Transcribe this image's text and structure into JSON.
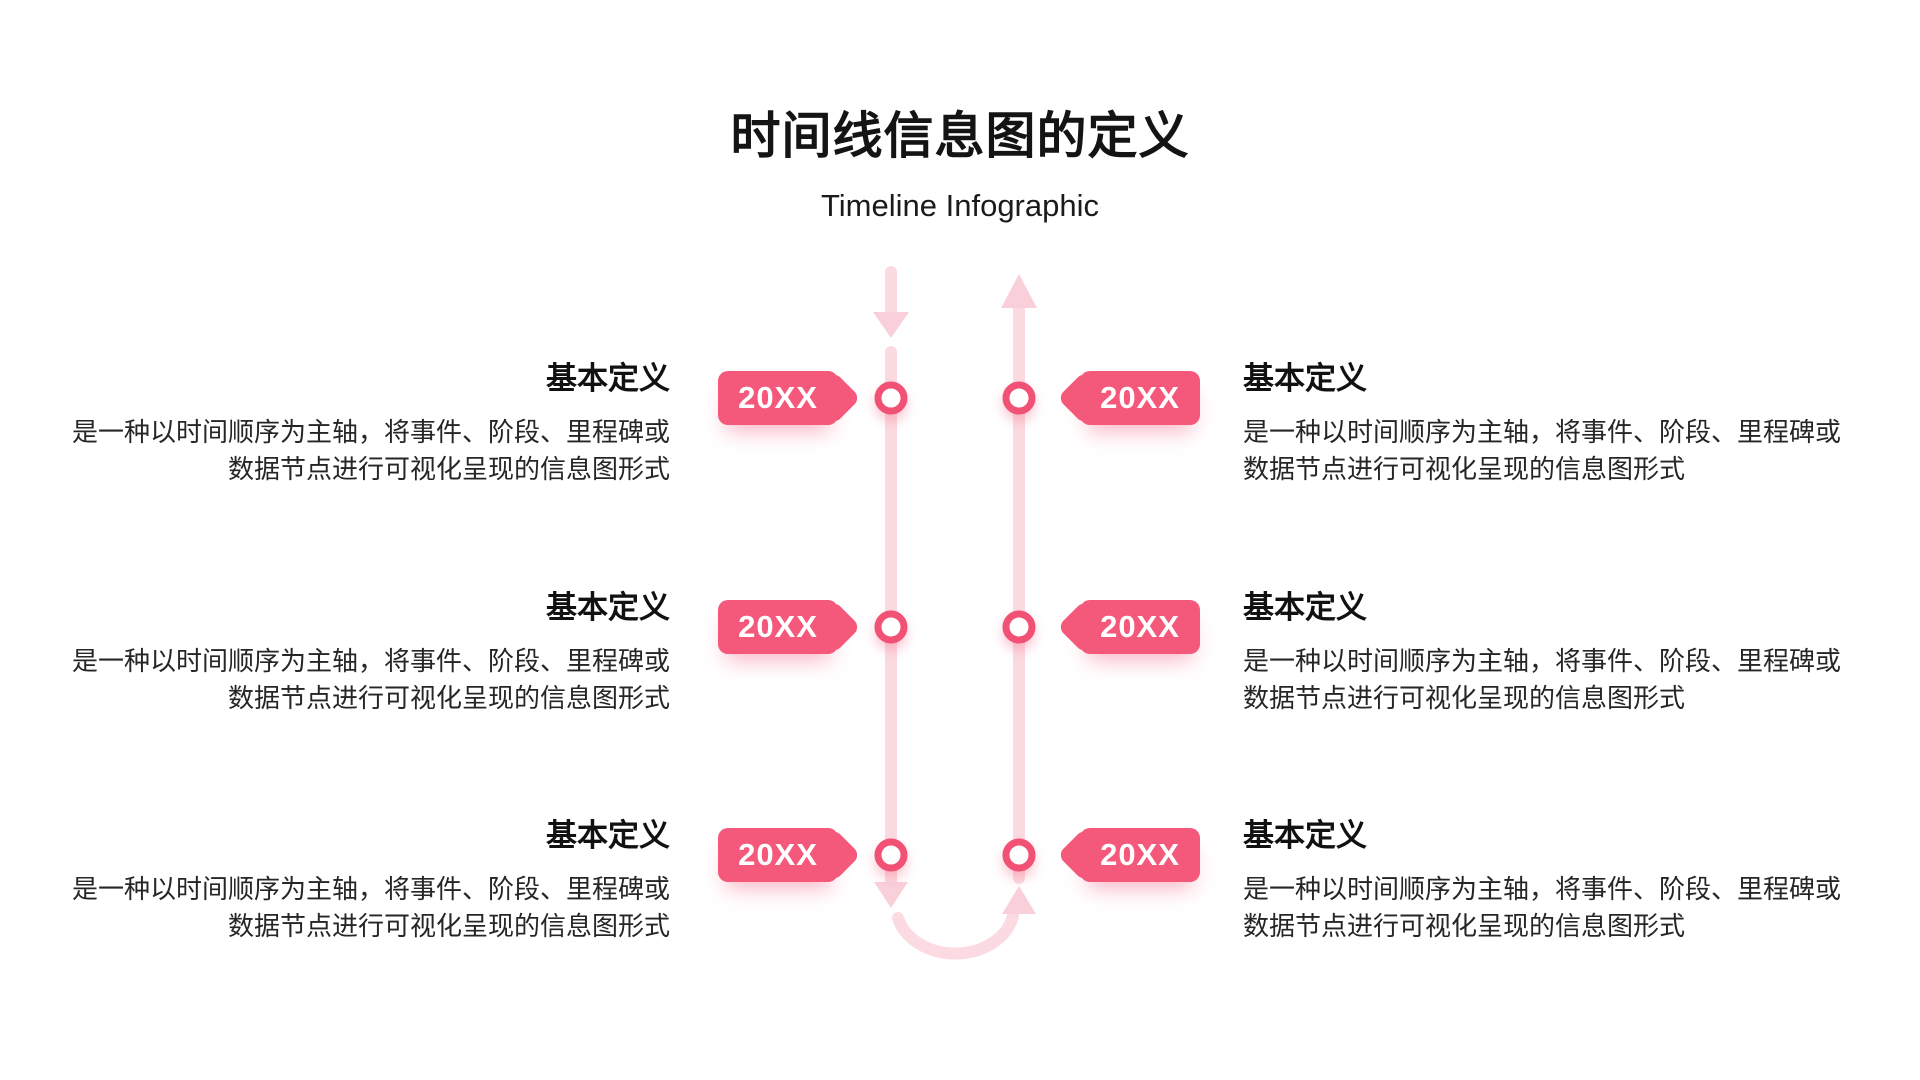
{
  "slide": {
    "title": "时间线信息图的定义",
    "subtitle": "Timeline Infographic"
  },
  "colors": {
    "rose": "#F4597B",
    "node_ring": "#F05174",
    "line_pink": "#FBDAE1",
    "arrow_pink": "#F9D0DA",
    "title_text": "#141414",
    "body_text": "#262626",
    "tag_text": "#FFFFFF",
    "background": "#FFFFFF"
  },
  "timeline": {
    "left_line_direction": "down",
    "right_line_direction": "up",
    "node_count": 6
  },
  "entries": [
    {
      "side": "left",
      "row": 1,
      "year": "20XX",
      "heading": "基本定义",
      "body_lines": [
        "是一种以时间顺序为主轴，将事件、阶段、里程碑或",
        "数据节点进行可视化呈现的信息图形式"
      ]
    },
    {
      "side": "right",
      "row": 1,
      "year": "20XX",
      "heading": "基本定义",
      "body_lines": [
        "是一种以时间顺序为主轴，将事件、阶段、里程碑或",
        "数据节点进行可视化呈现的信息图形式"
      ]
    },
    {
      "side": "left",
      "row": 2,
      "year": "20XX",
      "heading": "基本定义",
      "body_lines": [
        "是一种以时间顺序为主轴，将事件、阶段、里程碑或",
        "数据节点进行可视化呈现的信息图形式"
      ]
    },
    {
      "side": "right",
      "row": 2,
      "year": "20XX",
      "heading": "基本定义",
      "body_lines": [
        "是一种以时间顺序为主轴，将事件、阶段、里程碑或",
        "数据节点进行可视化呈现的信息图形式"
      ]
    },
    {
      "side": "left",
      "row": 3,
      "year": "20XX",
      "heading": "基本定义",
      "body_lines": [
        "是一种以时间顺序为主轴，将事件、阶段、里程碑或",
        "数据节点进行可视化呈现的信息图形式"
      ]
    },
    {
      "side": "right",
      "row": 3,
      "year": "20XX",
      "heading": "基本定义",
      "body_lines": [
        "是一种以时间顺序为主轴，将事件、阶段、里程碑或",
        "数据节点进行可视化呈现的信息图形式"
      ]
    }
  ]
}
